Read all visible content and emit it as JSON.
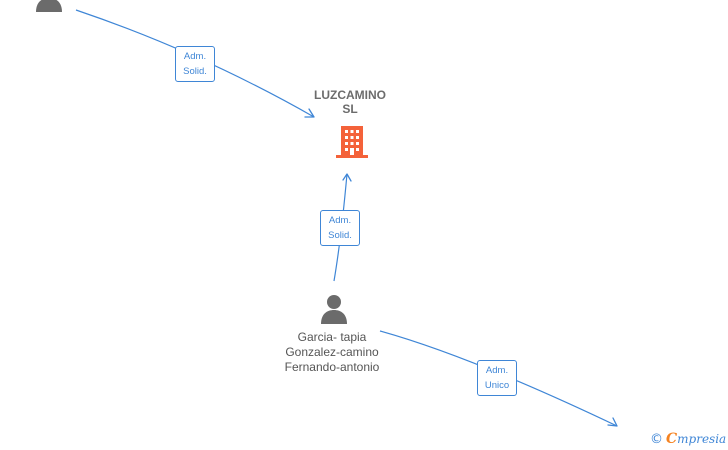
{
  "company": {
    "name_line1": "LUZCAMINO",
    "name_line2": "SL",
    "icon": "building-icon",
    "icon_color": "#f4623a"
  },
  "person": {
    "name_line1": "Garcia- tapia",
    "name_line2": "Gonzalez-camino",
    "name_line3": "Fernando-antonio",
    "icon": "person-icon",
    "icon_color": "#6b6b6b"
  },
  "top_person": {
    "icon": "person-icon"
  },
  "edges": {
    "top_to_company": {
      "line1": "Adm.",
      "line2": "Solid."
    },
    "person_to_company": {
      "line1": "Adm.",
      "line2": "Solid."
    },
    "person_to_bottom": {
      "line1": "Adm.",
      "line2": "Unico"
    }
  },
  "edge_color": "#3f86d6",
  "watermark": {
    "copyright": "©",
    "brand_initial": "C",
    "brand_rest": "mpresia",
    "brand_color": "#f58220"
  }
}
